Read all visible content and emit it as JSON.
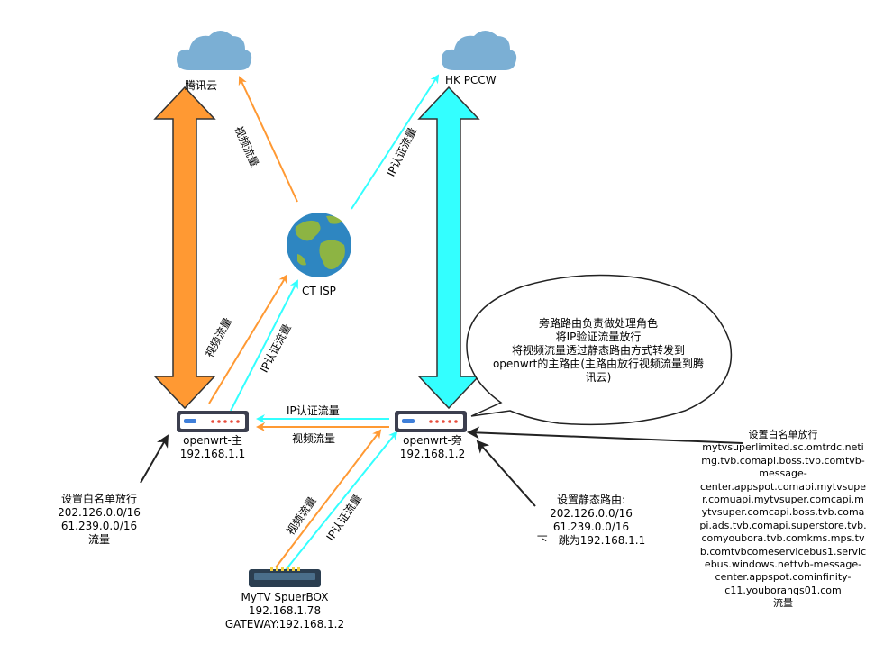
{
  "nodes": {
    "tencent_cloud": {
      "label": "腾讯云"
    },
    "hk_pccw": {
      "label": "HK PCCW"
    },
    "ct_isp": {
      "label": "CT ISP"
    },
    "openwrt_main": {
      "label": "openwrt-主",
      "ip": "192.168.1.1"
    },
    "openwrt_side": {
      "label": "openwrt-旁",
      "ip": "192.168.1.2"
    },
    "mytv_box": {
      "label": "MyTV SpuerBOX",
      "ip": "192.168.1.78",
      "gateway": "GATEWAY:192.168.1.2"
    }
  },
  "edges": {
    "video_ct_to_tencent": "视频流量",
    "ip_ct_to_hk": "IP认证流量",
    "video_main_to_ct": "视频流量",
    "ip_main_to_ct": "IP认证流量",
    "ip_side_to_main": "IP认证流量",
    "video_side_to_main": "视频流量",
    "video_box_to_side": "视频流量",
    "ip_box_to_side": "IP认证流量"
  },
  "notes": {
    "bubble": [
      "旁路路由负责做处理角色",
      "将IP验证流量放行",
      "将视频流量透过静态路由方式转发到",
      "openwrt的主路由(主路由放行视频流量到腾",
      "讯云)"
    ],
    "main_whitelist": [
      "设置白名单放行",
      "202.126.0.0/16",
      "61.239.0.0/16",
      "流量"
    ],
    "static_route": [
      "设置静态路由:",
      "202.126.0.0/16",
      "61.239.0.0/16",
      "下一跳为192.168.1.1"
    ],
    "side_whitelist": [
      "设置白名单放行",
      "mytvsuperlimited.sc.omtrdc.neti",
      "mg.tvb.comapi.boss.tvb.comtvb-",
      "message-",
      "center.appspot.comapi.mytvsupe",
      "r.comuapi.mytvsuper.comcapi.m",
      "ytvsuper.comcapi.boss.tvb.coma",
      "pi.ads.tvb.comapi.superstore.tvb.",
      "comyoubora.tvb.comkms.mps.tv",
      "b.comtvbcomeservicebus1.servic",
      "ebus.windows.nettvb-message-",
      "center.appspot.cominfinity-",
      "c11.youboranqs01.com",
      "流量"
    ]
  },
  "colors": {
    "orange": "#FF9933",
    "cyan": "#33FFFF",
    "cloud": "#7BAFD4",
    "router": "#3C3F4F",
    "arrow_dark": "#333333"
  }
}
